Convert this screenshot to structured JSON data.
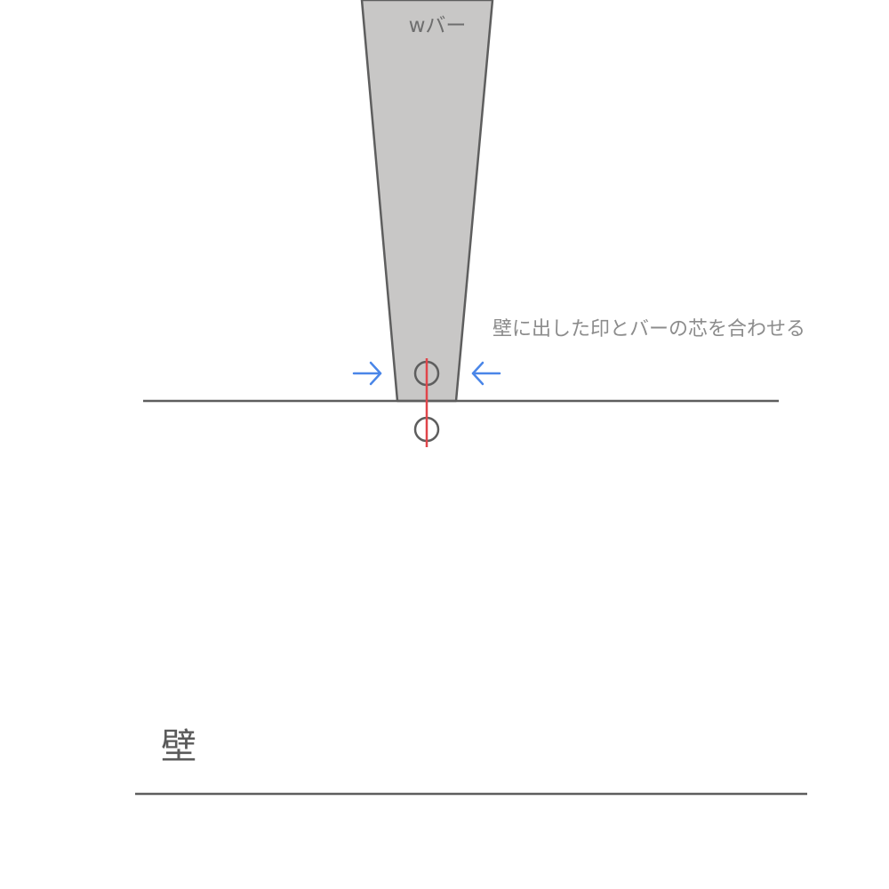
{
  "labels": {
    "bar": "wバー",
    "instruction": "壁に出した印とバーの芯を合わせる",
    "wall": "壁"
  },
  "colors": {
    "bar_fill": "#c8c7c6",
    "line": "#5e5e5e",
    "center_line": "#e0454a",
    "arrow": "#4a86e8",
    "text_light": "#8c8c8c",
    "text_dark": "#5a5a5a"
  },
  "icons": {
    "left_arrow": "arrow-right-icon",
    "right_arrow": "arrow-left-icon",
    "upper_circle": "bar-center-mark-icon",
    "lower_circle": "wall-mark-icon"
  }
}
